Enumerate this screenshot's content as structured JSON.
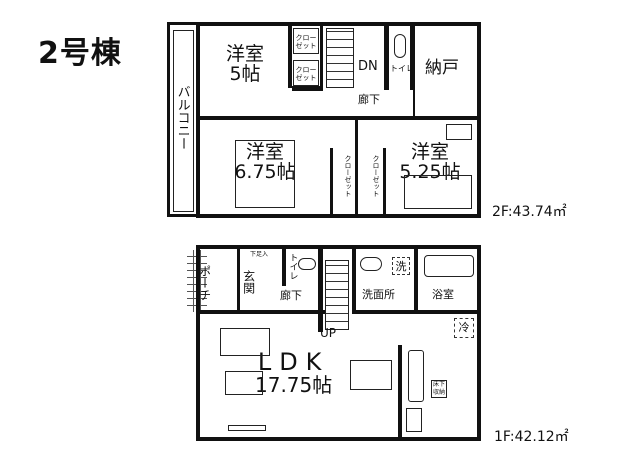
{
  "title": "2号棟",
  "floor2": {
    "area_label": "2F:43.74㎡",
    "balcony": "バルコニー",
    "room_5": {
      "name": "洋室",
      "size": "5帖"
    },
    "closet_a": "クローゼット",
    "closet_b": "クローゼット",
    "stairs": "DN",
    "toilet": "トイレ",
    "storage": "納戸",
    "hall": "廊下",
    "room_675": {
      "name": "洋室",
      "size": "6.75帖"
    },
    "closet_c": "クローゼット",
    "closet_d": "クローゼット",
    "room_525": {
      "name": "洋室",
      "size": "5.25帖"
    }
  },
  "floor1": {
    "area_label": "1F:42.12㎡",
    "porch": "ポーチ",
    "entrance": "玄関",
    "shoe_storage": "下足入",
    "toilet": "トイレ",
    "hall": "廊下",
    "stairs": "UP",
    "washroom": "洗面所",
    "washer": "洗",
    "bath": "浴室",
    "fridge": "冷",
    "ldk": {
      "name": "LDK",
      "size": "17.75帖"
    },
    "underfloor": "床下収納"
  }
}
